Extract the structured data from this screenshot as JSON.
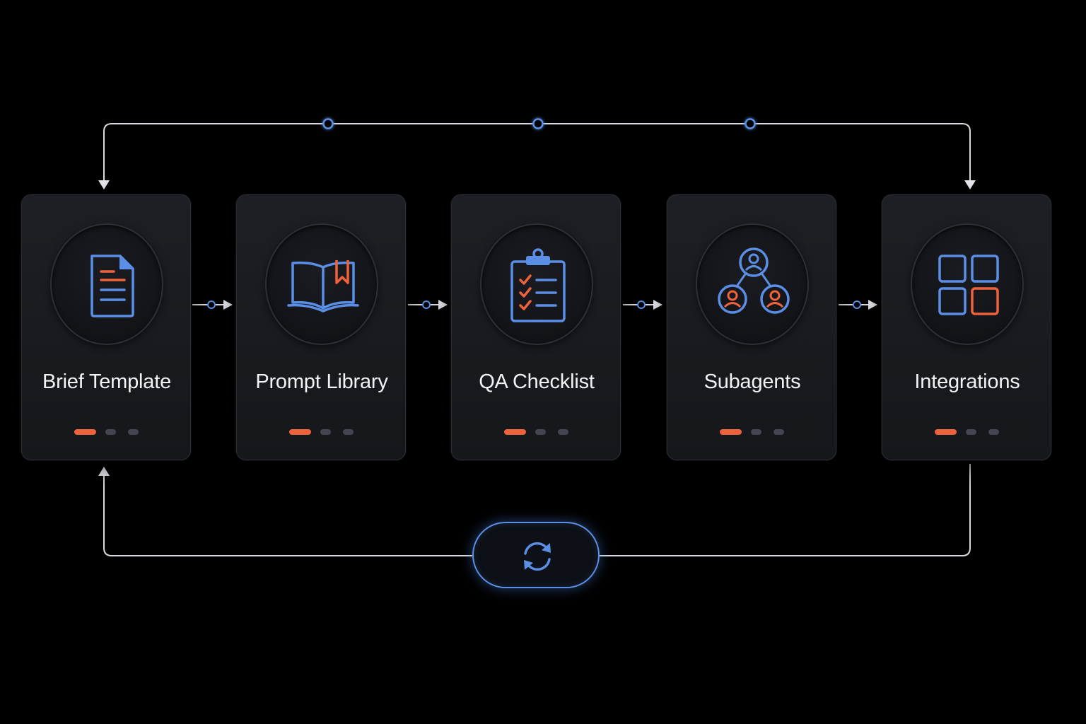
{
  "cards": [
    {
      "label": "Brief Template",
      "icon": "document-icon"
    },
    {
      "label": "Prompt Library",
      "icon": "book-icon"
    },
    {
      "label": "QA Checklist",
      "icon": "clipboard-checklist-icon"
    },
    {
      "label": "Subagents",
      "icon": "agent-hierarchy-icon"
    },
    {
      "label": "Integrations",
      "icon": "grid-apps-icon"
    }
  ],
  "loop_icon": "refresh-cycle-icon",
  "colors": {
    "background": "#000000",
    "accent_blue": "#5b8fe6",
    "accent_orange": "#f0623b",
    "line": "#d9dbe0",
    "dot_inactive": "#43464e"
  }
}
